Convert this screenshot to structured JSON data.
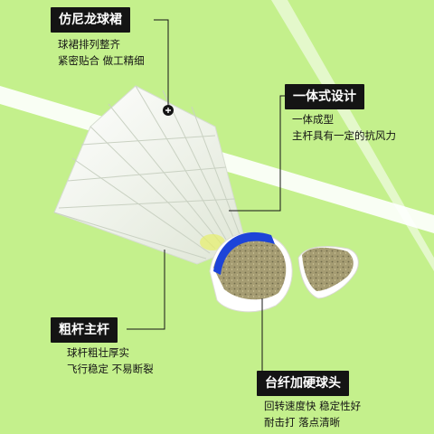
{
  "colors": {
    "background": "#c4f08c",
    "court_line": "#ffffff",
    "tag_bg": "#141414",
    "tag_text": "#ffffff",
    "band_blue": "#1d44d8",
    "feather_white": "#f7f9f4"
  },
  "callouts": {
    "skirt": {
      "title": "仿尼龙球裙",
      "lines": [
        "球裙排列整齐",
        "紧密贴合 做工精细"
      ]
    },
    "one_piece": {
      "title": "一体式设计",
      "lines": [
        "一体成型",
        "主杆具有一定的抗风力"
      ]
    },
    "shaft": {
      "title": "粗杆主杆",
      "lines": [
        "球杆粗壮厚实",
        "飞行稳定 不易断裂"
      ]
    },
    "head": {
      "title": "台纤加硬球头",
      "lines": [
        "回转速度快 稳定性好",
        "耐击打 落点清晰"
      ]
    }
  },
  "icons": {
    "marker": "plus-marker-icon"
  }
}
